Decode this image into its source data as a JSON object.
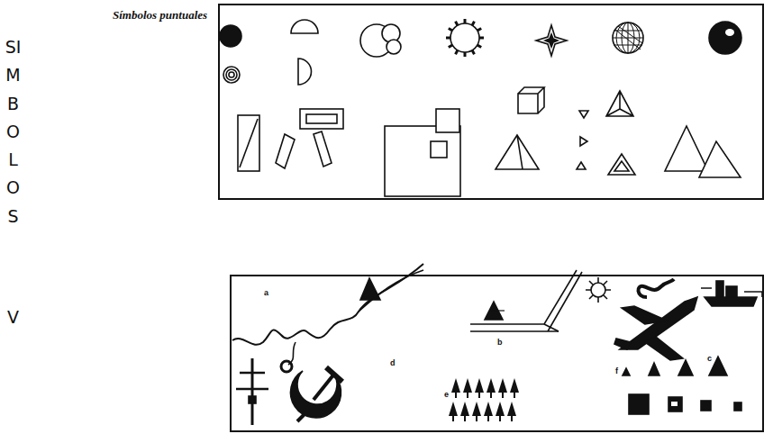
{
  "diagram": {
    "nodes": [
      {
        "text": [
          "Símbolos puntuales"
        ]
      },
      {
        "text": [
          "a",
          "b",
          "c",
          "d",
          "e",
          "f"
        ]
      }
    ],
    "labels": [
      "SIMBOLOS",
      "V"
    ]
  }
}
